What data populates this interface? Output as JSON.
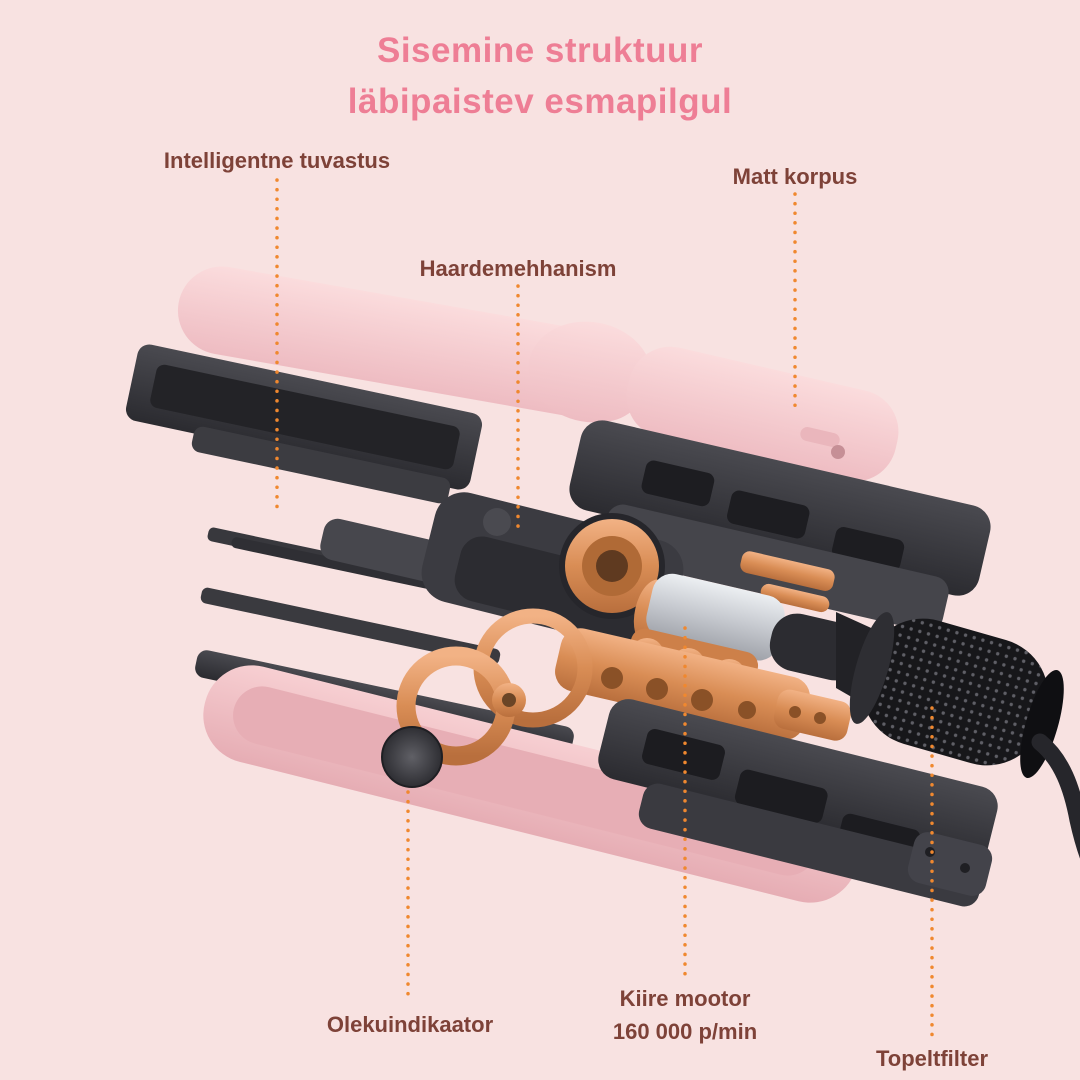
{
  "title": {
    "line1": "Sisemine struktuur",
    "line2": "läbipaistev esmapilgul"
  },
  "labels": {
    "intelligentne": {
      "text": "Intelligentne tuvastus"
    },
    "matt_korpus": {
      "text": "Matt korpus"
    },
    "haardemehhanism": {
      "text": "Haardemehhanism"
    },
    "olekuindikaator": {
      "text": "Olekuindikaator"
    },
    "kiire_mootor": {
      "text": "Kiire mootor",
      "subtext": "160 000 p/min"
    },
    "topeltfilter": {
      "text": "Topeltfilter"
    }
  },
  "colors": {
    "background": "#f8e2e1",
    "title_text": "#ee7e95",
    "label_text": "#7e4238",
    "leader_line": "#f0882f",
    "device_pink": "#f6ccd0",
    "device_dark": "#333338",
    "device_copper": "#d98d55",
    "device_silver": "#c6c9cf"
  }
}
